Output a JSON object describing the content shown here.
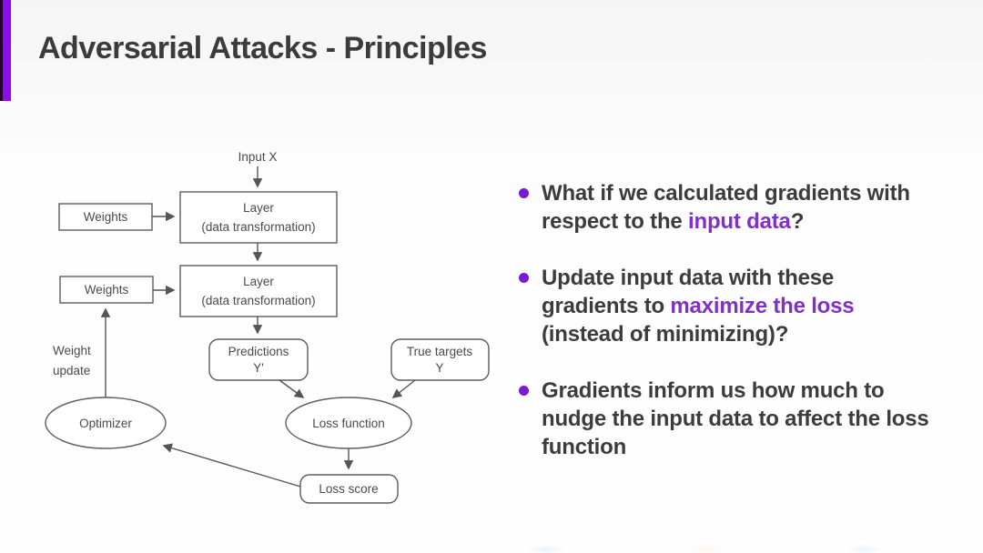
{
  "slide": {
    "title": "Adversarial Attacks - Principles"
  },
  "diagram": {
    "input_x": "Input X",
    "weights_top": "Weights",
    "weights_bottom": "Weights",
    "layer1_line1": "Layer",
    "layer1_line2": "(data transformation)",
    "layer2_line1": "Layer",
    "layer2_line2": "(data transformation)",
    "weight_update_line1": "Weight",
    "weight_update_line2": "update",
    "predictions_line1": "Predictions",
    "predictions_line2": "Y'",
    "true_targets_line1": "True targets",
    "true_targets_line2": "Y",
    "optimizer": "Optimizer",
    "loss_function": "Loss function",
    "loss_score": "Loss score"
  },
  "bullets": [
    {
      "segments": [
        {
          "text": "What if we calculated gradients with respect to the ",
          "accent": false
        },
        {
          "text": "input data",
          "accent": true
        },
        {
          "text": "?",
          "accent": false
        }
      ]
    },
    {
      "segments": [
        {
          "text": "Update input data with these gradients to ",
          "accent": false
        },
        {
          "text": "maximize the loss",
          "accent": true
        },
        {
          "text": " (instead of minimizing)?",
          "accent": false
        }
      ]
    },
    {
      "segments": [
        {
          "text": "Gradients inform us how much to nudge the input data to affect the loss function",
          "accent": false
        }
      ]
    }
  ],
  "colors": {
    "accent_bar": "#8c0cf0",
    "accent_text": "#8030c8",
    "bullet_dot": "#7a1bd4",
    "title_text": "#3b3b3b",
    "body_text": "#3c3c3c",
    "diagram_stroke": "#555555",
    "diagram_text": "#4a4a4a"
  }
}
